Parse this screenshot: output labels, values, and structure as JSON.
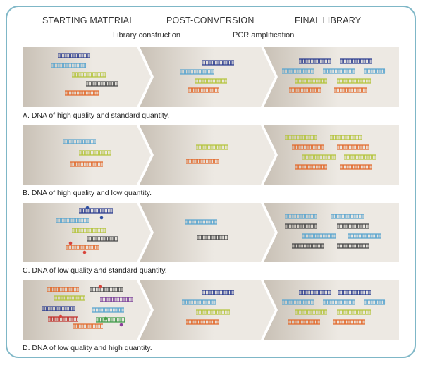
{
  "headers": {
    "col1": "STARTING MATERIAL",
    "col2": "POST-CONVERSION",
    "col3": "FINAL LIBRARY",
    "sub1": "Library construction",
    "sub2": "PCR amplification"
  },
  "colors": {
    "frame": "#7fb7c7",
    "panel_dark": "#c9c1b6",
    "panel_light": "#ede9e3",
    "navy": "#2b3c8f",
    "sky": "#5aa5cf",
    "lime": "#b4c43c",
    "orange": "#e26a2c",
    "gray": "#4a4a4a",
    "red": "#c0302c",
    "purple": "#7a3f98",
    "green": "#3f9a4a",
    "dot_blue": "#2f4fa0",
    "dot_red": "#d8433a",
    "dot_green": "#4aa04a",
    "dot_purple": "#8a3f9a"
  },
  "rows": [
    {
      "caption": "A. DNA of high quality and standard quantity."
    },
    {
      "caption": "B. DNA of high quality and low quantity."
    },
    {
      "caption": "C. DNA of low quality and standard quantity."
    },
    {
      "caption": "D. DNA of low quality and high quantity."
    }
  ]
}
